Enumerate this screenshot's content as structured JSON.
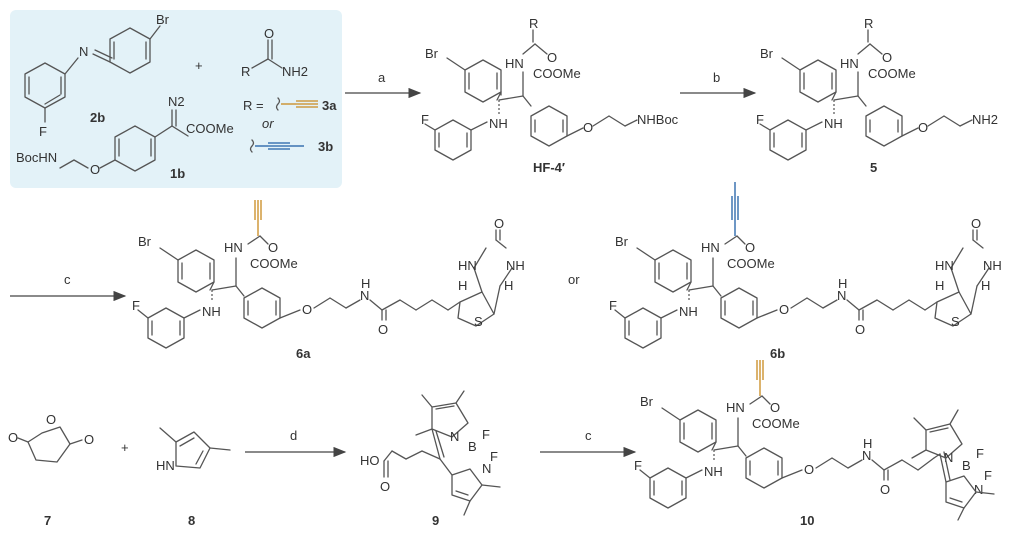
{
  "colors": {
    "panel": "#e3f2f8",
    "bond": "#555555",
    "alkyne_orange": "#c98a1e",
    "alkyne_blue": "#1f5fa6"
  },
  "reactants": {
    "imine_label": "2b",
    "imine_Br": "Br",
    "imine_N": "N",
    "imine_F": "F",
    "plus": "+",
    "amide_O": "O",
    "amide_R": "R",
    "amide_NH2": "NH2",
    "r_def": "R =",
    "label_3a": "3a",
    "or": "or",
    "label_3b": "3b",
    "diazo_N2": "N2",
    "diazo_ester": "COOMe",
    "diazo_boc": "BocHN",
    "diazo_O": "O",
    "diazo_label": "1b"
  },
  "arrows": {
    "a": "a",
    "b": "b",
    "c1": "c",
    "d": "d",
    "c2": "c"
  },
  "hf4": {
    "label": "HF-4′",
    "Br": "Br",
    "F": "F",
    "NH": "NH",
    "HN": "HN",
    "R": "R",
    "O": "O",
    "ester": "COOMe",
    "ether_O": "O",
    "tail": "NHBoc"
  },
  "cpd5": {
    "label": "5",
    "Br": "Br",
    "F": "F",
    "NH": "NH",
    "HN": "HN",
    "R": "R",
    "O": "O",
    "ester": "COOMe",
    "ether_O": "O",
    "tail": "NH2"
  },
  "cpd6a": {
    "label": "6a",
    "Br": "Br",
    "F": "F",
    "NH": "NH",
    "HN": "HN",
    "O": "O",
    "ester": "COOMe",
    "ether_O": "O",
    "N": "N",
    "H": "H",
    "amide_O": "O",
    "biotin_O": "O",
    "biotin_HN": "HN",
    "biotin_NH": "NH",
    "biotin_H1": "H",
    "biotin_H2": "H",
    "S": "S"
  },
  "or_mid": "or",
  "cpd6b": {
    "label": "6b",
    "Br": "Br",
    "F": "F",
    "NH": "NH",
    "HN": "HN",
    "O": "O",
    "ester": "COOMe",
    "ether_O": "O",
    "N": "N",
    "H": "H",
    "amide_O": "O",
    "biotin_O": "O",
    "biotin_HN": "HN",
    "biotin_NH": "NH",
    "biotin_H1": "H",
    "biotin_H2": "H",
    "S": "S"
  },
  "cpd7": {
    "label": "7",
    "O1": "O",
    "O2": "O",
    "O3": "O"
  },
  "plus2": "+",
  "cpd8": {
    "label": "8",
    "HN": "HN"
  },
  "cpd9": {
    "label": "9",
    "F1": "F",
    "F2": "F",
    "B": "B",
    "N1": "N",
    "N2": "N",
    "acid_HO": "HO",
    "acid_O": "O"
  },
  "cpd10": {
    "label": "10",
    "Br": "Br",
    "F": "F",
    "NH": "NH",
    "HN": "HN",
    "O": "O",
    "ester": "COOMe",
    "ether_O": "O",
    "N": "N",
    "H": "H",
    "amide_O": "O",
    "F1": "F",
    "F2": "F",
    "B": "B",
    "N1": "N",
    "N2": "N"
  }
}
